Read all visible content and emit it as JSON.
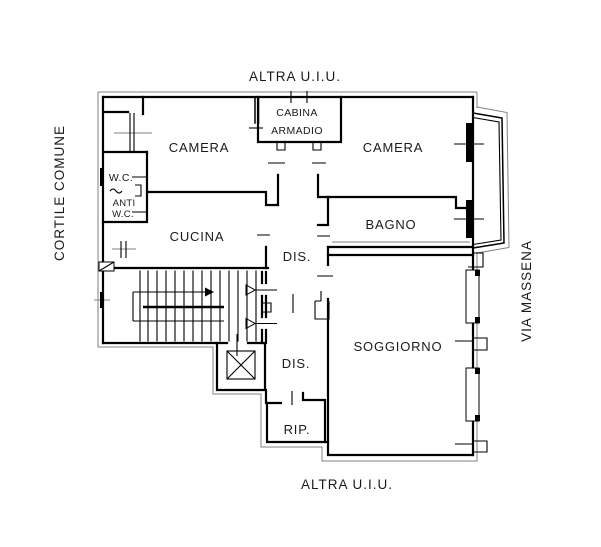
{
  "colors": {
    "wall": "#000000",
    "secondary_outline": "#808080",
    "label_text": "#1a1a1a",
    "background": "#ffffff"
  },
  "exterior_labels": {
    "top": "ALTRA U.I.U.",
    "bottom": "ALTRA U.I.U.",
    "left_street": "CORTILE COMUNE",
    "right_street": "VIA MASSENA"
  },
  "rooms": {
    "camera_left": {
      "label": "CAMERA"
    },
    "cabina_armadio": {
      "line1": "CABINA",
      "line2": "ARMADIO"
    },
    "camera_right": {
      "label": "CAMERA"
    },
    "wc": {
      "label": "W.C."
    },
    "anti_wc": {
      "line1": "ANTI",
      "line2": "W.C."
    },
    "cucina": {
      "label": "CUCINA"
    },
    "bagno": {
      "label": "BAGNO"
    },
    "dis_upper": {
      "label": "DIS."
    },
    "dis_lower": {
      "label": "DIS."
    },
    "soggiorno": {
      "label": "SOGGIORNO"
    },
    "rip": {
      "label": "RIP."
    }
  }
}
